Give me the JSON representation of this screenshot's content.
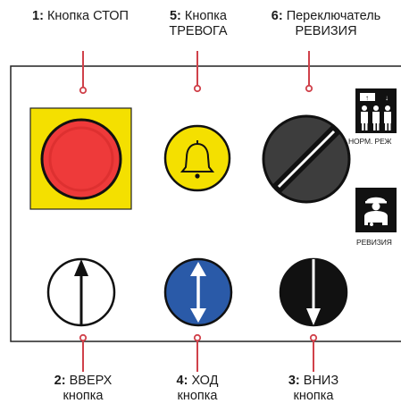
{
  "callouts": {
    "stop": {
      "num": "1:",
      "text": " Кнопка СТОП"
    },
    "alarm": {
      "num": "5:",
      "line1": " Кнопка",
      "line2": "ТРЕВОГА"
    },
    "inspection_switch": {
      "num": "6:",
      "line1": " Переключатель",
      "line2": "РЕВИЗИЯ"
    },
    "up": {
      "num": "2:",
      "line1": " ВВЕРХ",
      "line2": "кнопка"
    },
    "run": {
      "num": "4:",
      "line1": " ХОД",
      "line2": "кнопка"
    },
    "down": {
      "num": "3:",
      "line1": " ВНИЗ",
      "line2": "кнопка"
    }
  },
  "mode_labels": {
    "normal": "НОРМ. РЕЖ",
    "inspection": "РЕВИЗИЯ"
  },
  "colors": {
    "stop_red": "#ee3a3a",
    "stop_plate": "#f4e000",
    "alarm_yellow": "#f4e000",
    "run_blue": "#2a5aa8",
    "switch_dark": "#3d3d3d",
    "leader_red": "#d0414a",
    "icon_black": "#000000"
  },
  "icons": [
    "bell-icon",
    "up-arrow-icon",
    "up-down-arrow-icon",
    "down-arrow-icon",
    "elevator-passengers-icon",
    "technician-icon"
  ]
}
